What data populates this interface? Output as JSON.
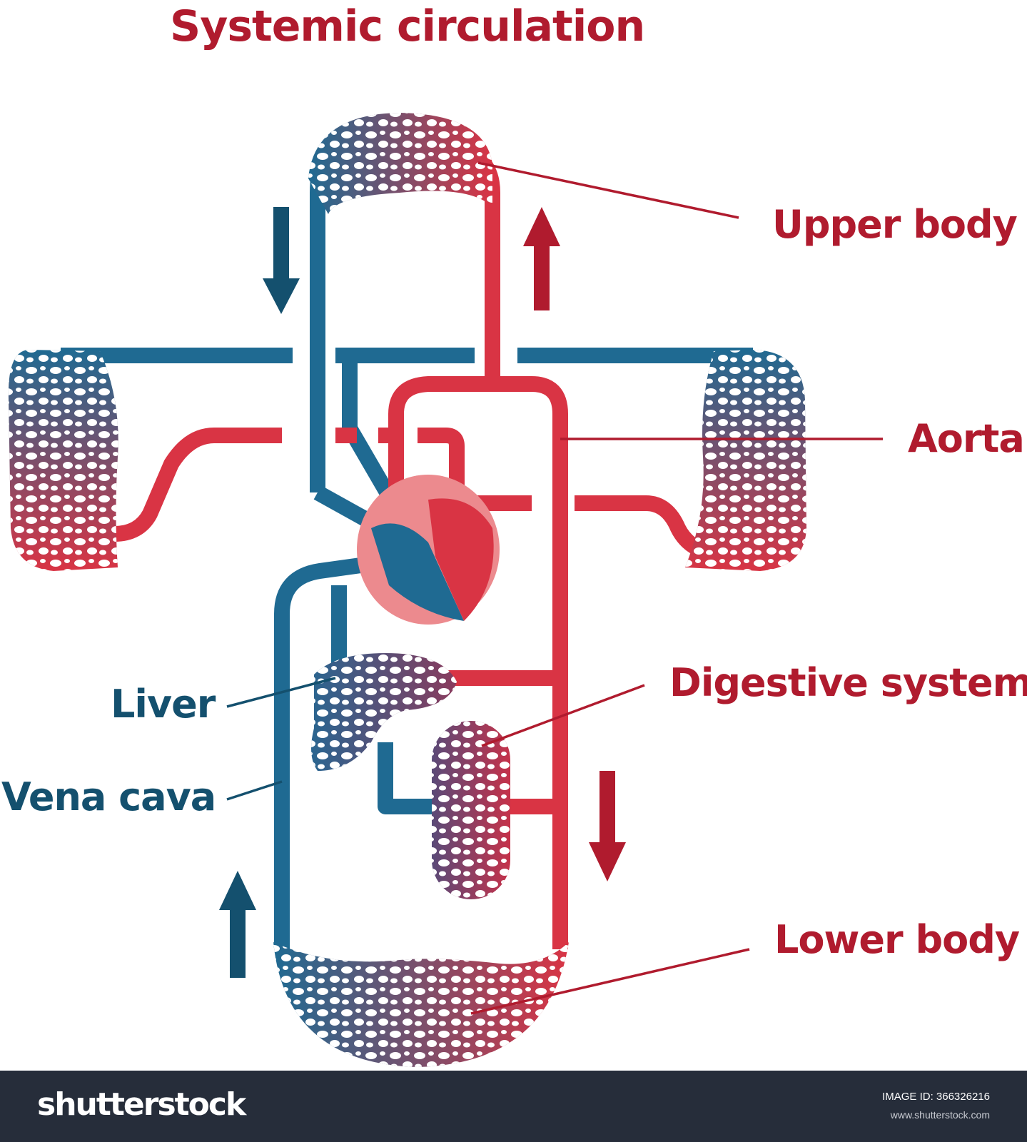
{
  "title": "Systemic circulation",
  "labels": {
    "upper_body": "Upper body",
    "aorta": "Aorta",
    "digestive_system": "Digestive system",
    "lower_body": "Lower body",
    "liver": "Liver",
    "vena_cava": "Vena cava"
  },
  "footer": {
    "brand": "shutterstock",
    "image_id": "IMAGE ID: 366326216",
    "site": "www.shutterstock.com"
  },
  "colors": {
    "artery": "#d93444",
    "vein": "#1f6a92",
    "label_red": "#b01b2e",
    "label_blue": "#14506e",
    "heart_bg": "#ec8a8e",
    "footer_bg": "#262d3a"
  }
}
